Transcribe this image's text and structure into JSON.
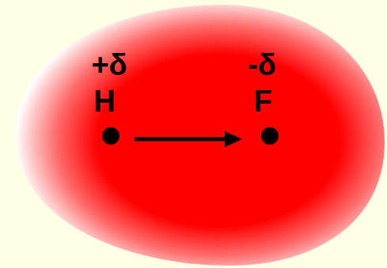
{
  "diagram": {
    "labels": [
      "+δ",
      "H",
      "-δ",
      "F"
    ]
  }
}
